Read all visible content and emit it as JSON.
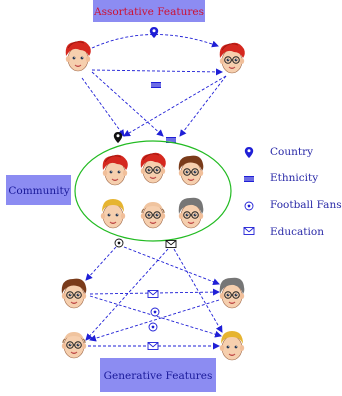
{
  "labels": {
    "assortative": "Assortative Features",
    "community": "Community",
    "generative": "Generative Features"
  },
  "legend": {
    "country": "Country",
    "ethnicity": "Ethnicity",
    "football": "Football Fans",
    "education": "Education"
  },
  "colors": {
    "edge": "#1f1fd6",
    "label_bg": "#8c8cf2",
    "label_red": "#cc1133",
    "label_blue": "#1a1a9a",
    "community_ring": "#22bb22",
    "legend_text": "#2a2aa8"
  },
  "icons": {
    "country": "map-pin-icon",
    "ethnicity": "ethnicity-flag-icon",
    "football": "football-icon",
    "education": "envelope-icon"
  }
}
